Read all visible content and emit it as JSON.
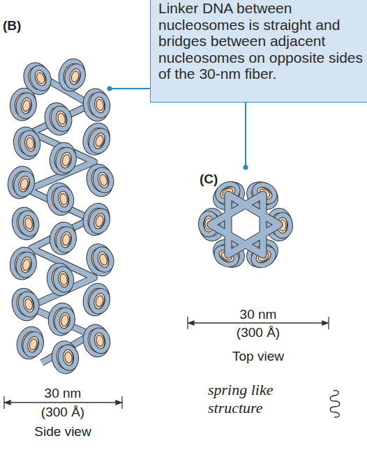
{
  "diagram": {
    "nodes": [
      {
        "text": [
          "Linker DNA between nucleosomes is straight and bridges between adjacent nucleosomes on opposite sides of the 30-nm fiber."
        ]
      }
    ],
    "labels": [
      "(B)",
      "(C)",
      "30 nm",
      "(300 Å)",
      "Top view",
      "spring like structure",
      "30 nm",
      "(300 Å)",
      "Side view"
    ]
  }
}
